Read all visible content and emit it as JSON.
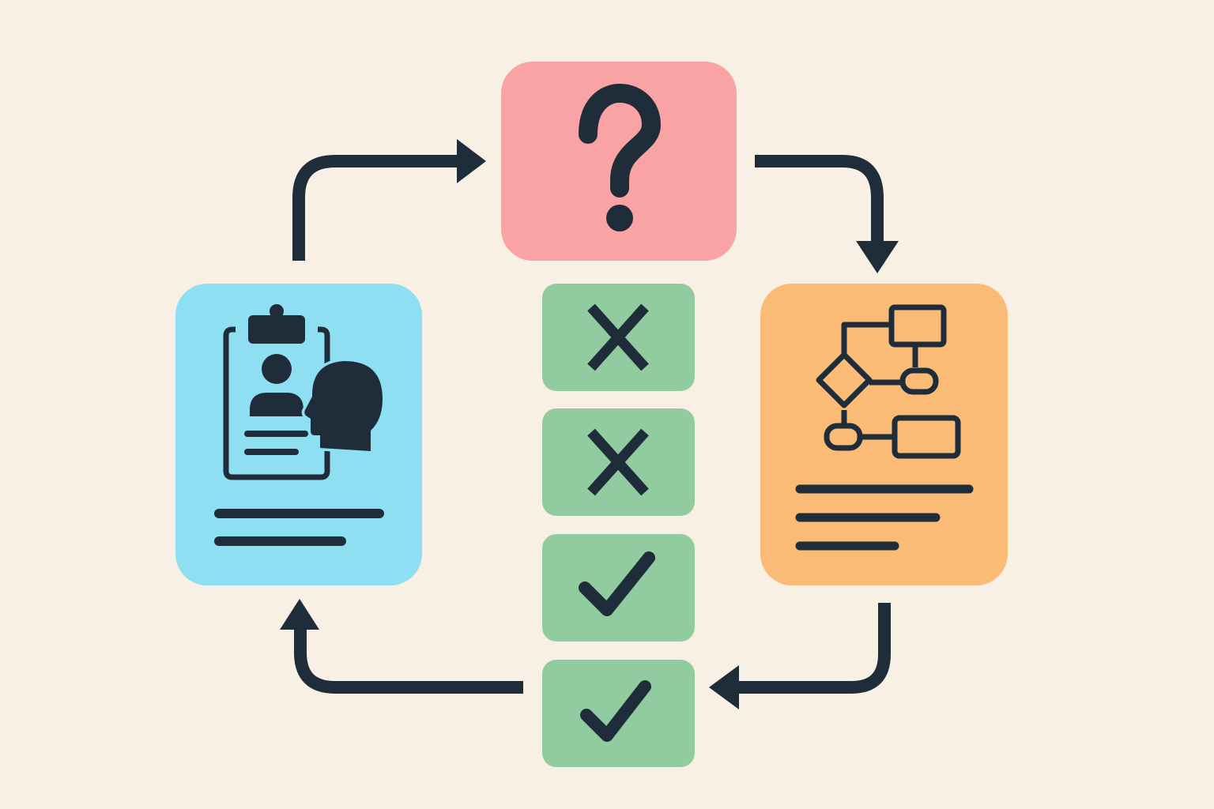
{
  "colors": {
    "background": "#f8f0e4",
    "ink": "#1f2d3a",
    "question_card": "#f9a3a4",
    "profile_card": "#8fdff2",
    "flowchart_card": "#f9bb75",
    "result_tile": "#91cb9f"
  },
  "question_card": {
    "icon": "question-mark-icon",
    "symbol": "?"
  },
  "profile_card": {
    "icon": "clipboard-person-head-icon",
    "text_lines": 2
  },
  "flowchart_card": {
    "icon": "flowchart-icon",
    "text_lines": 3
  },
  "results": [
    {
      "icon": "cross-icon",
      "status": "rejected"
    },
    {
      "icon": "cross-icon",
      "status": "rejected"
    },
    {
      "icon": "check-icon",
      "status": "accepted"
    },
    {
      "icon": "check-icon",
      "status": "accepted"
    }
  ],
  "cycle": {
    "direction": "clockwise",
    "arrows": [
      "profile-to-question",
      "question-to-flowchart",
      "flowchart-to-results",
      "results-to-profile"
    ]
  }
}
